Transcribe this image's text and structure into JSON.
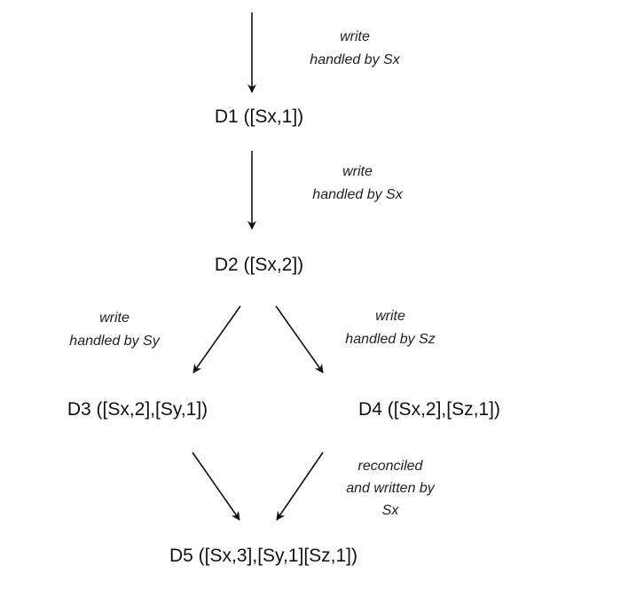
{
  "nodes": {
    "d1": "D1 ([Sx,1])",
    "d2": "D2 ([Sx,2])",
    "d3": "D3 ([Sx,2],[Sy,1])",
    "d4": "D4 ([Sx,2],[Sz,1])",
    "d5": "D5 ([Sx,3],[Sy,1][Sz,1])"
  },
  "edges": {
    "e1": [
      "write",
      "handled by Sx"
    ],
    "e2": [
      "write",
      "handled by Sx"
    ],
    "e3": [
      "write",
      "handled by Sy"
    ],
    "e4": [
      "write",
      "handled by Sz"
    ],
    "e6": [
      "reconciled",
      "and written by",
      "Sx"
    ]
  }
}
